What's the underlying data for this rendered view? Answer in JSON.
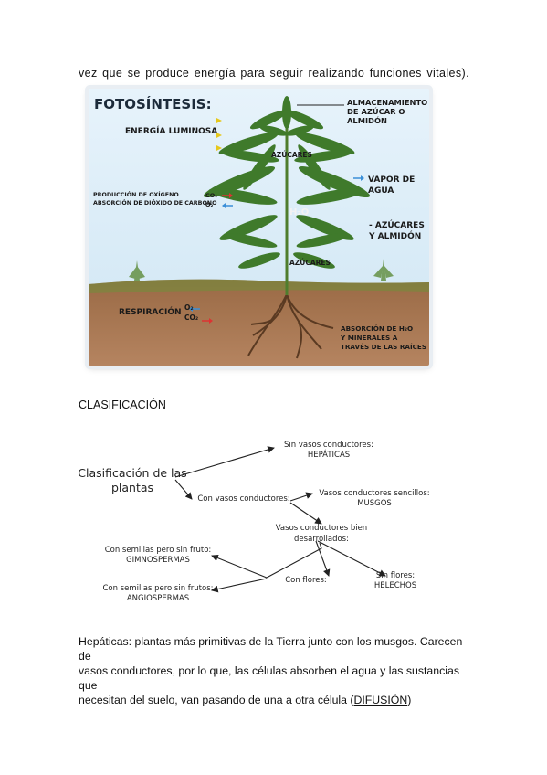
{
  "top_text": "vez que se produce energía para seguir realizando funciones vitales).",
  "figure": {
    "title": "FOTOSÍNTESIS:",
    "labels": {
      "storage": [
        "ALMACENAMIENTO",
        "DE AZÚCAR O",
        "ALMIDÓN"
      ],
      "light": "ENERGÍA LUMINOSA",
      "sugars_upper": "AZÚCARES",
      "vapor": [
        "VAPOR DE",
        "AGUA"
      ],
      "oxygen": [
        "PRODUCCIÓN DE OXÍGENO",
        "ABSORCIÓN DE DIÓXIDO DE CARBONO"
      ],
      "gas_right": [
        "CO₂",
        "O₂"
      ],
      "water": "H₂O",
      "sugars_starch": [
        "- AZÚCARES",
        "Y ALMIDÓN"
      ],
      "sugars_lower": "AZÚCARES",
      "respiration": "RESPIRACIÓN",
      "resp_gases": [
        "O₂",
        "CO₂"
      ],
      "roots": [
        "ABSORCIÓN DE H₂O",
        "Y MINERALES A",
        "TRAVÉS DE LAS RAÍCES"
      ]
    }
  },
  "section_title": "CLASIFICACIÓN",
  "concept_map": {
    "root": [
      "Clasificación de las",
      "plantas"
    ],
    "non_vascular": [
      "Sin vasos conductores:",
      "HEPÁTICAS"
    ],
    "vascular": "Con vasos conductores:",
    "simple_vessels": [
      "Vasos conductores sencillos:",
      "MUSGOS"
    ],
    "developed_vessels": [
      "Vasos conductores bien",
      "desarrollados:"
    ],
    "flowers": "Con flores:",
    "no_flowers": [
      "Sin flores:",
      "HELECHOS"
    ],
    "gymnosperms": [
      "Con semillas pero sin fruto:",
      "GIMNOSPERMAS"
    ],
    "angiosperms": [
      "Con semillas pero sin frutos:",
      "ANGIOSPERMAS"
    ]
  },
  "bottom_text": {
    "line1": "Hepáticas: plantas más primitivas de la Tierra junto con los musgos. Carecen de",
    "line2": "vasos conductores, por lo que, las células absorben el agua y las sustancias que",
    "line3_pre": "necesitan del suelo, van pasando de una a otra célula (",
    "line3_link": "DIFUSIÓN",
    "line3_post": ")"
  }
}
